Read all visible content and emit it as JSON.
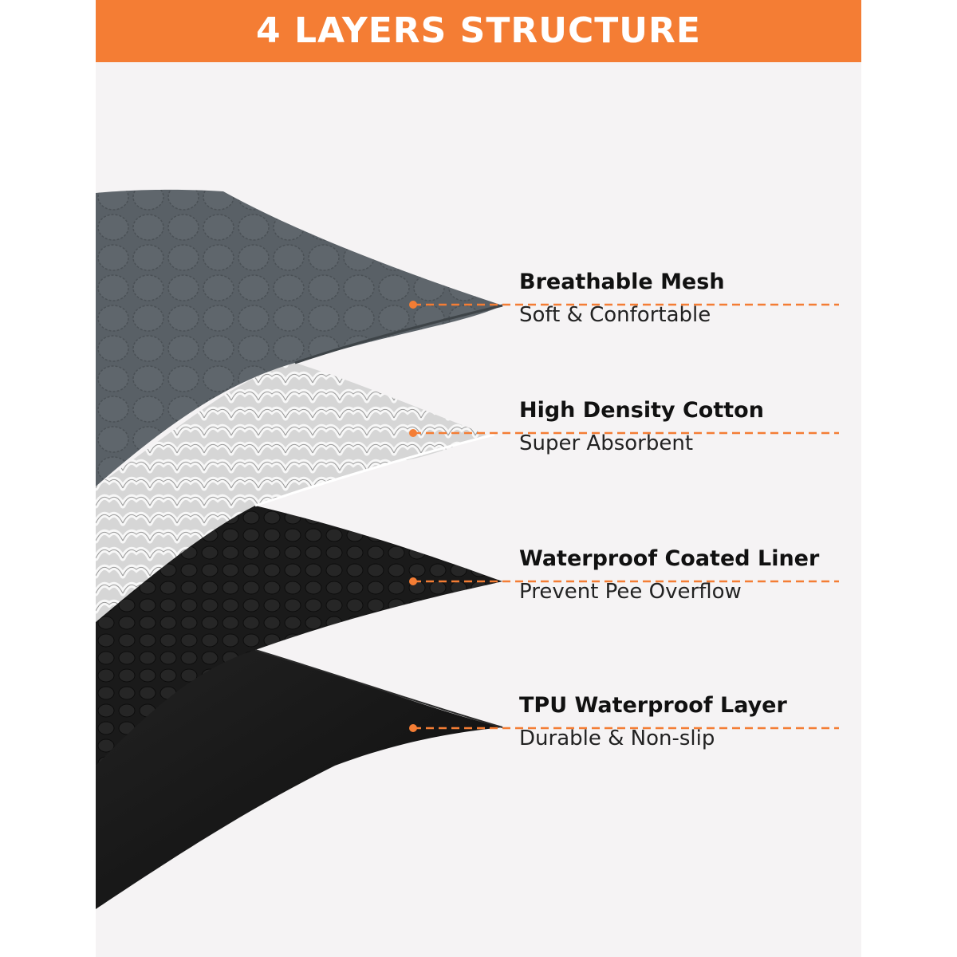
{
  "banner": {
    "title": "4 LAYERS STRUCTURE"
  },
  "colors": {
    "accent": "#f47d34",
    "mesh": "#5b6268",
    "cotton": "#e3e3e3",
    "liner": "#1b1b1b",
    "tpu": "#111111"
  },
  "layers": [
    {
      "title": "Breathable Mesh",
      "subtitle": "Soft & Confortable"
    },
    {
      "title": "High Density Cotton",
      "subtitle": "Super Absorbent"
    },
    {
      "title": "Waterproof Coated Liner",
      "subtitle": "Prevent Pee Overflow"
    },
    {
      "title": "TPU Waterproof Layer",
      "subtitle": "Durable & Non-slip"
    }
  ]
}
